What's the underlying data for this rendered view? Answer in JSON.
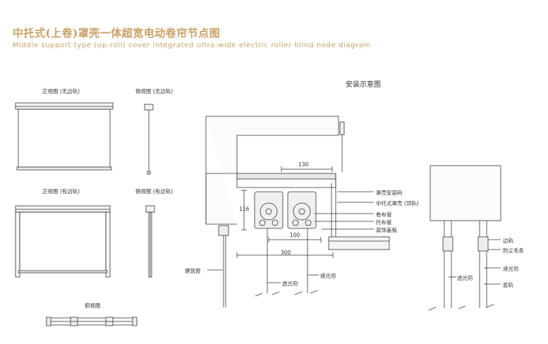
{
  "header": {
    "title_cn": "中托式(上卷)罩壳一体超宽电动卷帘节点图",
    "title_en": "Middle support type (up-roll) cover integrated ultra-wide electric roller blind node diagram"
  },
  "views": {
    "front_no_rail": "正视图 (无边轨)",
    "side_no_rail": "侧视图 (无边轨)",
    "front_with_rail": "正视图 (有边轨)",
    "side_with_rail": "侧视图 (有边轨)",
    "top_view": "俯视图"
  },
  "install": {
    "title": "安装示意图",
    "dims": {
      "top": "130",
      "height": "116",
      "inner": "100",
      "total": "300"
    },
    "labels": {
      "cover_code": "罩壳安装码",
      "middle_cover": "中托式罩壳 (顶轨)",
      "roll_tube": "卷布管",
      "support_tube": "托布管",
      "deco_plate": "装饰盖板",
      "window": "建筑窗",
      "shade_a": "透光帘",
      "shade_b": "遮光帘",
      "side_rail": "边轨",
      "brush": "防尘毛条",
      "shade_c": "遮光帘",
      "shade_d": "透光帘",
      "bottom_rail": "底轨"
    }
  },
  "colors": {
    "accent": "#c9a066",
    "line": "#333333"
  }
}
